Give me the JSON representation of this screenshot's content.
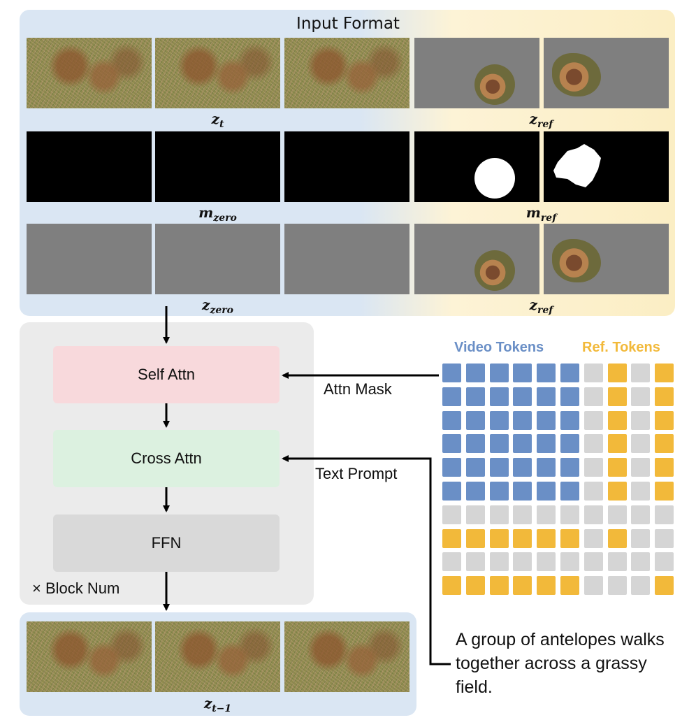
{
  "input_format": {
    "title": "Input Format",
    "labels": {
      "zt": {
        "base": "z",
        "sub": "t"
      },
      "zref_top": {
        "base": "z",
        "sub": "ref"
      },
      "mzero": {
        "base": "m",
        "sub": "zero"
      },
      "mref": {
        "base": "m",
        "sub": "ref"
      },
      "zzero": {
        "base": "z",
        "sub": "zero"
      },
      "zref_bottom": {
        "base": "z",
        "sub": "ref"
      }
    }
  },
  "transformer_block": {
    "self_attn": "Self Attn",
    "cross_attn": "Cross Attn",
    "ffn": "FFN",
    "repeat_label": "× Block Num"
  },
  "output": {
    "label": {
      "base": "z",
      "sub": "t−1"
    }
  },
  "edges": {
    "attn_mask": "Attn Mask",
    "text_prompt": "Text Prompt"
  },
  "attention_mask": {
    "video_tokens_label": "Video Tokens",
    "ref_tokens_label": "Ref. Tokens",
    "colors": {
      "video": "#6a8fc6",
      "ref": "#f2b93a",
      "masked": "#d5d5d5"
    },
    "rows": [
      "vvvvvvgrgr",
      "vvvvvvgrgr",
      "vvvvvvgrgr",
      "vvvvvvgrgr",
      "vvvvvvgrgr",
      "vvvvvvgrgr",
      "gggggggggg",
      "rrrrrrgrgg",
      "gggggggggg",
      "rrrrrrgggr"
    ]
  },
  "prompt": {
    "text": "A group of antelopes walks together across a grassy field."
  }
}
